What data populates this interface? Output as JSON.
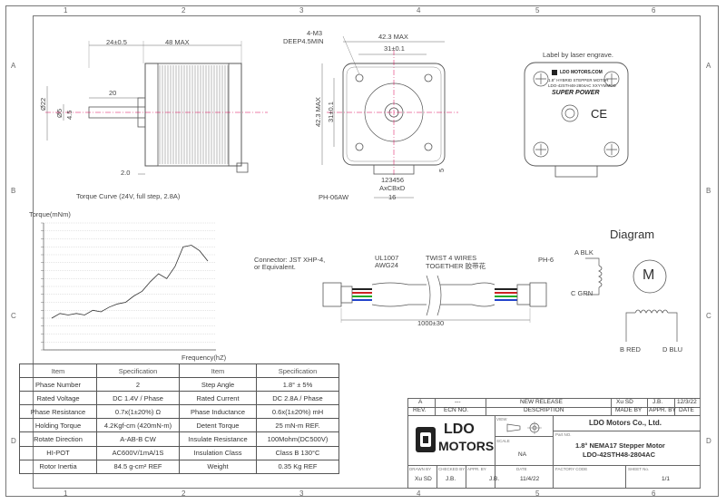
{
  "frame": {
    "col_numbers": [
      "1",
      "2",
      "3",
      "4",
      "5",
      "6"
    ],
    "row_letters": [
      "A",
      "B",
      "C",
      "D"
    ]
  },
  "side_view": {
    "dim_shaft_length": "24±0.5",
    "dim_body_length": "48 MAX",
    "dim_flat_length": "20",
    "dim_boss_thickness": "2.0",
    "dim_shaft_dia": "Ø22",
    "dim_flat_dia": "Ø5",
    "dim_flat_depth": "4.5"
  },
  "front_view": {
    "holes_note_1": "4-M3",
    "holes_note_2": "DEEP4.5MIN",
    "dim_width": "42.3 MAX",
    "dim_hole_spacing": "31±0.1",
    "dim_height": "42.3 MAX",
    "dim_hole_spacing_v": "31±0.1",
    "dim_connector_offset": "5",
    "connector_pins": "123456",
    "connector_wires": "AxCBxD",
    "connector_width": "16",
    "connector_label": "PH-06AW"
  },
  "label_view": {
    "caption": "Label by laser engrave.",
    "brand": "LDO MOTORS.COM",
    "model_line1": "1.8° HYBRID STEPPER MOTOR",
    "model_line2": "LDO-42STH48-2804AC  XXYYMMDD",
    "tagline": "SUPER POWER",
    "ce_mark": "CE"
  },
  "torque_chart": {
    "caption": "Torque Curve (24V, full step, 2.8A)",
    "ylabel": "Torque(mNm)",
    "xlabel": "Frequency(hZ)"
  },
  "chart_data": {
    "type": "line",
    "title": "Torque Curve (24V, full step, 2.8A)",
    "xlabel": "Frequency(hZ)",
    "ylabel": "Torque(mNm)",
    "x": [
      1,
      2,
      3,
      4,
      5,
      6,
      7,
      8,
      9,
      10,
      11,
      12,
      13,
      14,
      15,
      16,
      17,
      18,
      19,
      20
    ],
    "series": [
      {
        "values": [
          0.4,
          0.46,
          0.44,
          0.46,
          0.44,
          0.5,
          0.48,
          0.54,
          0.58,
          0.6,
          0.68,
          0.74,
          0.86,
          0.96,
          0.9,
          1.05,
          1.3,
          1.32,
          1.25,
          1.12
        ]
      }
    ],
    "xlim": [
      0,
      21
    ],
    "ylim": [
      0,
      1.6
    ],
    "grid": true
  },
  "cable": {
    "connector_note_1": "Connector: JST XHP-4,",
    "connector_note_2": "or Equivalent.",
    "wire_note_1": "UL1007",
    "wire_note_2": "AWG24",
    "twist_note_1": "TWIST 4 WIRES",
    "twist_note_2": "TOGETHER 胶带花",
    "end_connector": "PH-6",
    "length": "1000±30"
  },
  "diagram": {
    "title": "Diagram",
    "a_label": "A BLK",
    "c_label": "C GRN",
    "b_label": "B RED",
    "d_label": "D BLU",
    "motor_symbol": "M"
  },
  "spec_table": {
    "header": [
      "Item",
      "Specification",
      "Item",
      "Specification"
    ],
    "rows": [
      [
        "Phase Number",
        "2",
        "Step Angle",
        "1.8° ± 5%"
      ],
      [
        "Rated Voltage",
        "DC 1.4V / Phase",
        "Rated Current",
        "DC 2.8A / Phase"
      ],
      [
        "Phase Resistance",
        "0.7x(1±20%) Ω",
        "Phase Inductance",
        "0.6x(1±20%) mH"
      ],
      [
        "Holding Torque",
        "4.2Kgf-cm (420mN-m)",
        "Detent Torque",
        "25 mN-m REF."
      ],
      [
        "Rotate Direction",
        "A-AB-B CW",
        "Insulate Resistance",
        "100Mohm(DC500V)"
      ],
      [
        "HI-POT",
        "AC600V/1mA/1S",
        "Insulation Class",
        "Class B 130°C"
      ],
      [
        "Rotor Inertia",
        "84.5 g-cm² REF",
        "Weight",
        "0.35 Kg REF"
      ]
    ]
  },
  "title_block": {
    "rev_letter": "A",
    "ecn_value": "---",
    "description": "NEW RELEASE",
    "made_by_value": "Xu SD",
    "approved_value": "J.B.",
    "date_value": "12/3/22",
    "rev_header": "REV.",
    "ecn_header": "ECN NO.",
    "desc_header": "DESCRIPTION",
    "made_by_header": "MADE BY",
    "approved_header": "APPR. BY",
    "date_header": "DATE",
    "logo_text_1": "LDO",
    "logo_text_2": "MOTORS",
    "view_label": "VIEW",
    "scale_label": "SCALE",
    "scale_value": "NA",
    "company": "LDO Motors Co., Ltd.",
    "part_no_label": "Part NO.",
    "part_title_1": "1.8° NEMA17 Stepper Motor",
    "part_title_2": "LDO-42STH48-2804AC",
    "drawn_by_label": "DRAWN BY",
    "drawn_by_value": "Xu SD",
    "checked_by_label": "CHECKED BY",
    "checked_by_value": "J.B.",
    "appr_by_label": "APPR. BY",
    "appr_by_value": "J.B.",
    "date_label": "DATE",
    "date_value2": "11/4/22",
    "factory_code_label": "FACTORY CODE",
    "sheet_no_label": "SHEET No.",
    "sheet_value": "1/1"
  }
}
